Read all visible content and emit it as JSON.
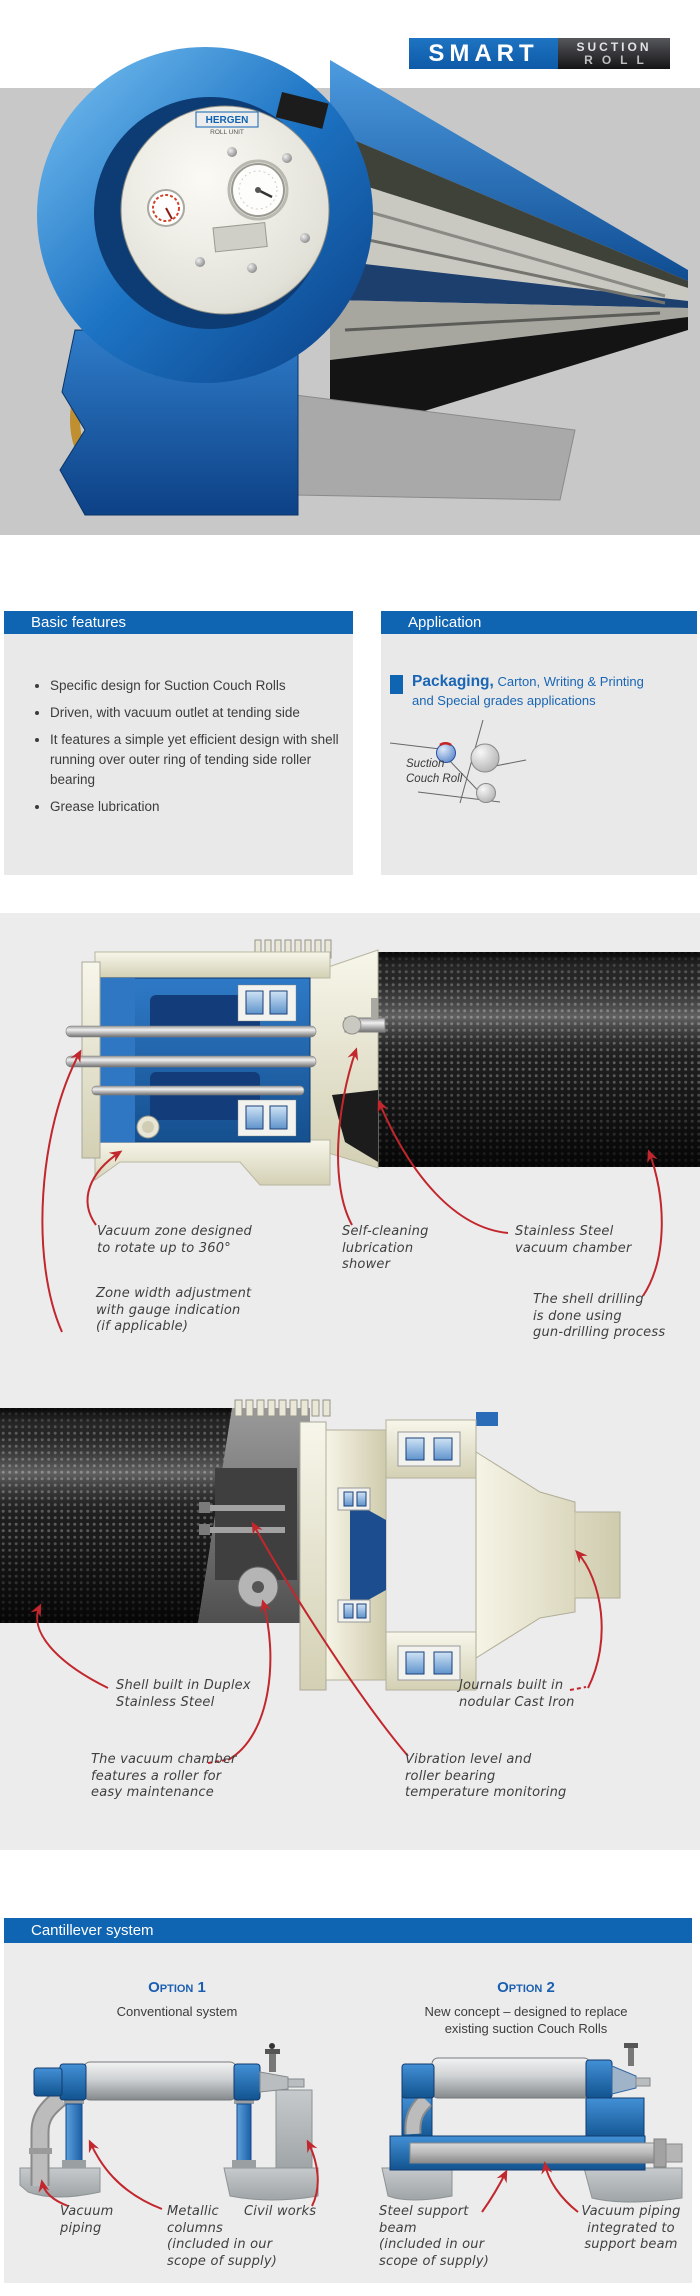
{
  "logo": {
    "smart": "SMART",
    "suction_line1": "SUCTION",
    "suction_line2": "ROLL"
  },
  "hero": {
    "brand": "HERGEN",
    "brand_sub": "ROLL UNIT"
  },
  "sections": {
    "basic_features": {
      "title": "Basic features",
      "bullets": [
        "Specific design for Suction Couch Rolls",
        "Driven, with vacuum outlet at tending side",
        "It features a simple yet efficient design with shell running over outer ring of tending side roller bearing",
        "Grease lubrication"
      ]
    },
    "application": {
      "title": "Application",
      "text_highlight": "Packaging,",
      "text_rest": " Carton, Writing & Printing\nand Special grades applications",
      "roll_label": "Suction\nCouch Roll"
    },
    "tending_side": {
      "annotations": [
        {
          "name": "vacuum-zone",
          "text": "Vacuum zone designed\nto rotate up to 360°"
        },
        {
          "name": "zone-width",
          "text": "Zone width adjustment\nwith gauge indication\n(if applicable)"
        },
        {
          "name": "lubrication-shower",
          "text": "Self-cleaning\nlubrication\nshower"
        },
        {
          "name": "vacuum-chamber",
          "text": "Stainless Steel\nvacuum chamber"
        },
        {
          "name": "shell-drilling",
          "text": "The shell drilling\nis done using\ngun-drilling process"
        }
      ]
    },
    "drive_side": {
      "annotations": [
        {
          "name": "shell-duplex",
          "text": "Shell built in Duplex\nStainless Steel"
        },
        {
          "name": "chamber-roller",
          "text": "The vacuum chamber\nfeatures a roller for\neasy maintenance"
        },
        {
          "name": "journals",
          "text": "Journals built in\nnodular Cast Iron"
        },
        {
          "name": "vibration",
          "text": "Vibration level and\nroller bearing\ntemperature monitoring"
        }
      ]
    },
    "cantilever": {
      "title": "Cantillever system",
      "options": [
        {
          "heading": "Option 1",
          "subheading": "Conventional system",
          "labels": [
            {
              "name": "vacuum-piping",
              "text": "Vacuum\npiping"
            },
            {
              "name": "metallic-columns",
              "text": "Metallic\ncolumns\n(included in our\nscope of supply)"
            },
            {
              "name": "civil-works",
              "text": "Civil works"
            }
          ]
        },
        {
          "heading": "Option 2",
          "subheading": "New concept – designed to replace\nexisting suction Couch Rolls",
          "labels": [
            {
              "name": "steel-support-beam",
              "text": "Steel support\nbeam\n(included in our\nscope of supply)"
            },
            {
              "name": "vacuum-integrated",
              "text": "Vacuum piping\nintegrated to\nsupport beam"
            }
          ]
        }
      ]
    }
  },
  "colors": {
    "accent_blue": "#0f65b2",
    "annotation_red": "#c1272d",
    "text_dark": "#3c3c3c",
    "link_blue": "#1a66b5"
  }
}
